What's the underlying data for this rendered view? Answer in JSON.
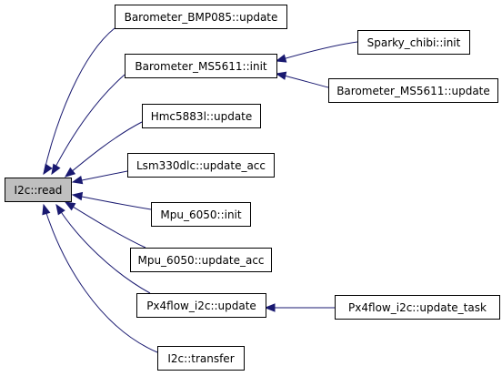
{
  "colors": {
    "edge": "#191970",
    "node_border": "#000000",
    "node_fill": "#ffffff",
    "focus_fill": "#bfbfbf"
  },
  "nodes": [
    {
      "id": "i2c_read",
      "label": "I2c::read",
      "focus": true
    },
    {
      "id": "baro_bmp085_update",
      "label": "Barometer_BMP085::update"
    },
    {
      "id": "baro_ms5611_init",
      "label": "Barometer_MS5611::init"
    },
    {
      "id": "hmc5883l_update",
      "label": "Hmc5883l::update"
    },
    {
      "id": "lsm330dlc_update_acc",
      "label": "Lsm330dlc::update_acc"
    },
    {
      "id": "mpu6050_init",
      "label": "Mpu_6050::init"
    },
    {
      "id": "mpu6050_update_acc",
      "label": "Mpu_6050::update_acc"
    },
    {
      "id": "px4flow_update",
      "label": "Px4flow_i2c::update"
    },
    {
      "id": "i2c_transfer",
      "label": "I2c::transfer"
    },
    {
      "id": "sparky_chibi_init",
      "label": "Sparky_chibi::init"
    },
    {
      "id": "baro_ms5611_update",
      "label": "Barometer_MS5611::update"
    },
    {
      "id": "px4flow_update_task",
      "label": "Px4flow_i2c::update_task"
    }
  ],
  "edges": [
    {
      "from": "baro_bmp085_update",
      "to": "i2c_read"
    },
    {
      "from": "baro_ms5611_init",
      "to": "i2c_read"
    },
    {
      "from": "hmc5883l_update",
      "to": "i2c_read"
    },
    {
      "from": "lsm330dlc_update_acc",
      "to": "i2c_read"
    },
    {
      "from": "mpu6050_init",
      "to": "i2c_read"
    },
    {
      "from": "mpu6050_update_acc",
      "to": "i2c_read"
    },
    {
      "from": "px4flow_update",
      "to": "i2c_read"
    },
    {
      "from": "i2c_transfer",
      "to": "i2c_read"
    },
    {
      "from": "sparky_chibi_init",
      "to": "baro_ms5611_init"
    },
    {
      "from": "baro_ms5611_update",
      "to": "baro_ms5611_init"
    },
    {
      "from": "px4flow_update_task",
      "to": "px4flow_update"
    }
  ]
}
